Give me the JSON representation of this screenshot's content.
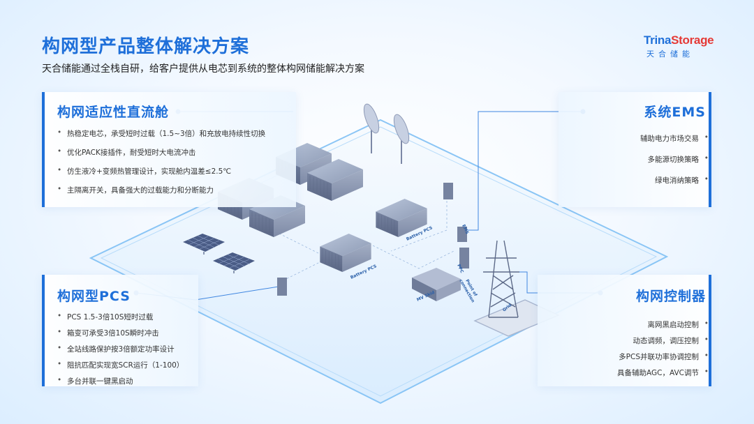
{
  "header": {
    "title": "构网型产品整体解决方案",
    "subtitle": "天合储能通过全栈自研，给客户提供从电芯到系统的整体构网储能解决方案"
  },
  "logo": {
    "text_trina": "Trina",
    "text_storage": "Storage",
    "text_cn": "天合储能"
  },
  "panels": {
    "dc_cabin": {
      "title": "构网适应性直流舱",
      "items": [
        "热稳定电芯，承受短时过载（1.5~3倍）和充放电持续性切换",
        "优化PACK接插件，耐受短时大电流冲击",
        "仿生液冷+变频热管理设计，实现舱内温差≤2.5℃",
        "主隔离开关，具备强大的过载能力和分断能力"
      ]
    },
    "pcs": {
      "title": "构网型PCS",
      "items": [
        "PCS 1.5-3倍10S短时过载",
        "箱变可承受3倍10S瞬时冲击",
        "全站线路保护按3倍额定功率设计",
        "阻抗匹配实现宽SCR运行（1-100）",
        "多台并联一键黑启动"
      ]
    },
    "ems": {
      "title": "系统EMS",
      "items": [
        "辅助电力市场交易",
        "多能源切换策略",
        "绿电消纳策略"
      ]
    },
    "controller": {
      "title": "构网控制器",
      "items": [
        "离网黑启动控制",
        "动态调频，调压控制",
        "多PCS并联功率协调控制",
        "具备辅助AGC，AVC调节"
      ]
    }
  },
  "diagram_labels": {
    "battery_pcs_1": "Battery PCS",
    "battery_pcs_2": "Battery PCS",
    "ems": "EMS",
    "ppc": "PPC",
    "mv_skid": "MV Skid",
    "poc_1": "Point of",
    "poc_2": "connection",
    "grid": "Grid"
  },
  "colors": {
    "accent": "#1e6fd9",
    "brand_red": "#e53935",
    "line": "#3f86e0"
  }
}
